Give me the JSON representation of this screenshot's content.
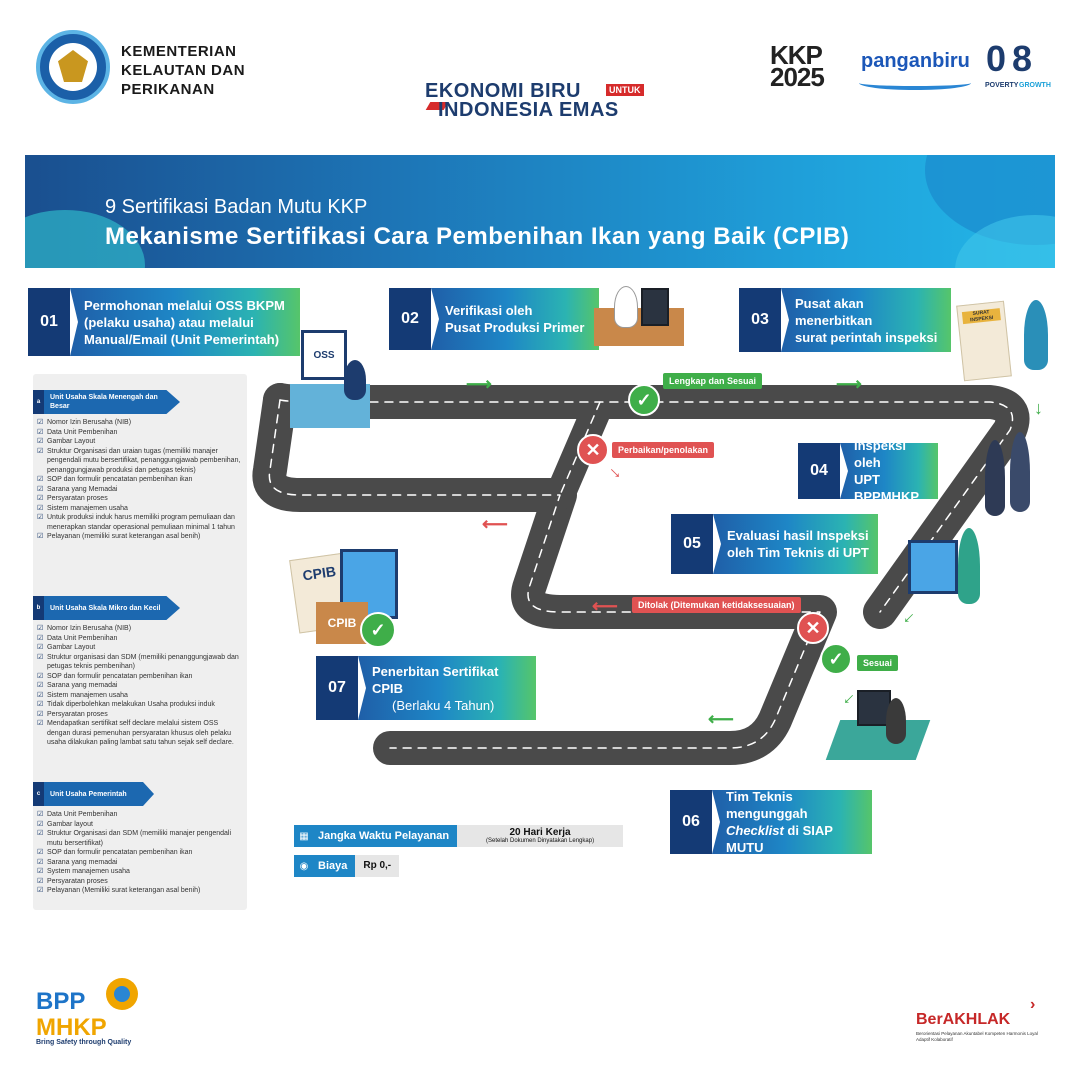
{
  "header": {
    "ministry_line1": "KEMENTERIAN",
    "ministry_line2": "KELAUTAN DAN",
    "ministry_line3": "PERIKANAN",
    "ekonomi_line1": "EKONOMI BIRU",
    "ekonomi_untuk": "UNTUK",
    "ekonomi_line2": "INDONESIA EMAS",
    "kkp_line1": "KKP",
    "kkp_line2": "2025",
    "panganbiru": "panganbiru",
    "zero8": "0 8",
    "poverty": "POVERTY",
    "growth": "GROWTH"
  },
  "banner": {
    "subtitle": "9 Sertifikasi Badan Mutu KKP",
    "title": "Mekanisme Sertifikasi Cara Pembenihan Ikan yang Baik (CPIB)"
  },
  "steps": [
    {
      "num": "01",
      "lines": [
        "Permohonan melalui OSS BKPM",
        "(pelaku usaha) atau melalui",
        "Manual/Email (Unit Pemerintah)"
      ]
    },
    {
      "num": "02",
      "lines": [
        "Verifikasi oleh",
        "Pusat Produksi Primer"
      ]
    },
    {
      "num": "03",
      "lines": [
        "Pusat akan menerbitkan",
        "surat perintah inspeksi"
      ]
    },
    {
      "num": "04",
      "lines": [
        "Inspeksi oleh",
        "UPT BPPMHKP"
      ]
    },
    {
      "num": "05",
      "lines": [
        "Evaluasi hasil Inspeksi",
        "oleh Tim Teknis di UPT"
      ]
    },
    {
      "num": "06",
      "lines": [
        "Tim Teknis",
        "mengunggah"
      ],
      "italic": "Checklist",
      "rest": " di  SIAP MUTU"
    },
    {
      "num": "07",
      "lines": [
        "Penerbitan Sertifikat CPIB"
      ],
      "light": "(Berlaku 4 Tahun)"
    }
  ],
  "flow_labels": {
    "lengkap": "Lengkap dan Sesuai",
    "perbaikan": "Perbaikan/penolakan",
    "ditolak": "Ditolak (Ditemukan ketidaksesuaian)",
    "sesuai": "Sesuai",
    "oss": "OSS",
    "cpib_doc": "CPIB",
    "cpib_folder": "CPIB",
    "surat": "SURAT INSPEKSI"
  },
  "requirements": {
    "a": {
      "letter": "a",
      "title": "Unit Usaha Skala Menengah dan Besar",
      "items": [
        "Nomor Izin Berusaha (NIB)",
        "Data Unit Pembenihan",
        "Gambar Layout",
        "Struktur Organisasi dan uraian tugas (memiliki manajer pengendali mutu bersertifikat, penanggungjawab pembenihan, penanggungjawab produksi dan petugas teknis)",
        "SOP dan formulir pencatatan pembenihan ikan",
        "Sarana yang Memadai",
        "Persyaratan proses",
        "Sistem manajemen usaha",
        "Untuk produksi induk harus memiliki program pemuliaan dan menerapkan standar operasional pemuliaan minimal 1 tahun",
        "Pelayanan (memiliki surat keterangan asal benih)"
      ]
    },
    "b": {
      "letter": "b",
      "title": "Unit Usaha Skala Mikro dan Kecil",
      "items": [
        "Nomor Izin Berusaha (NIB)",
        "Data Unit Pembenihan",
        "Gambar Layout",
        "Struktur organisasi dan SDM (memiliki penanggungjawab dan petugas teknis pembenihan)",
        "SOP dan formulir pencatatan pembenihan ikan",
        "Sarana yang memadai",
        "Sistem manajemen usaha",
        "Tidak diperbolehkan melakukan Usaha produksi induk",
        "Persyaratan proses",
        "Mendapatkan sertifikat self declare melalui sistem OSS dengan durasi pemenuhan persyaratan khusus oleh pelaku usaha dilakukan paling lambat satu tahun sejak self declare."
      ]
    },
    "c": {
      "letter": "c",
      "title": "Unit Usaha Pemerintah",
      "items": [
        "Data Unit Pembenihan",
        "Gambar layout",
        "Struktur Organisasi dan SDM (memiliki manajer pengendali mutu bersertifikat)",
        "SOP dan formulir pencatatan pembenihan ikan",
        "Sarana yang memadai",
        "System manajemen usaha",
        "Persyaratan proses",
        "Pelayanan (Memiliki surat keterangan asal benih)"
      ]
    }
  },
  "service": {
    "time_label": "Jangka Waktu Pelayanan",
    "time_value": "20 Hari Kerja",
    "time_note": "(Setelah Dokumen Dinyatakan Lengkap)",
    "cost_label": "Biaya",
    "cost_value": "Rp 0,-"
  },
  "footer": {
    "bpp_line1": "BPP",
    "bpp_line2": "MHKP",
    "bpp_tagline": "Bring Safety through Quality",
    "berakhlak": "BerAKHLAK",
    "berakhlak_tagline": "Berorientasi Pelayanan Akuntabel Kompeten Harmonis Loyal Adaptif Kolaboratif"
  },
  "colors": {
    "navy": "#143a75",
    "blue": "#1e86c6",
    "green": "#3fae49",
    "red": "#e05252",
    "road": "#4a4a4a"
  }
}
